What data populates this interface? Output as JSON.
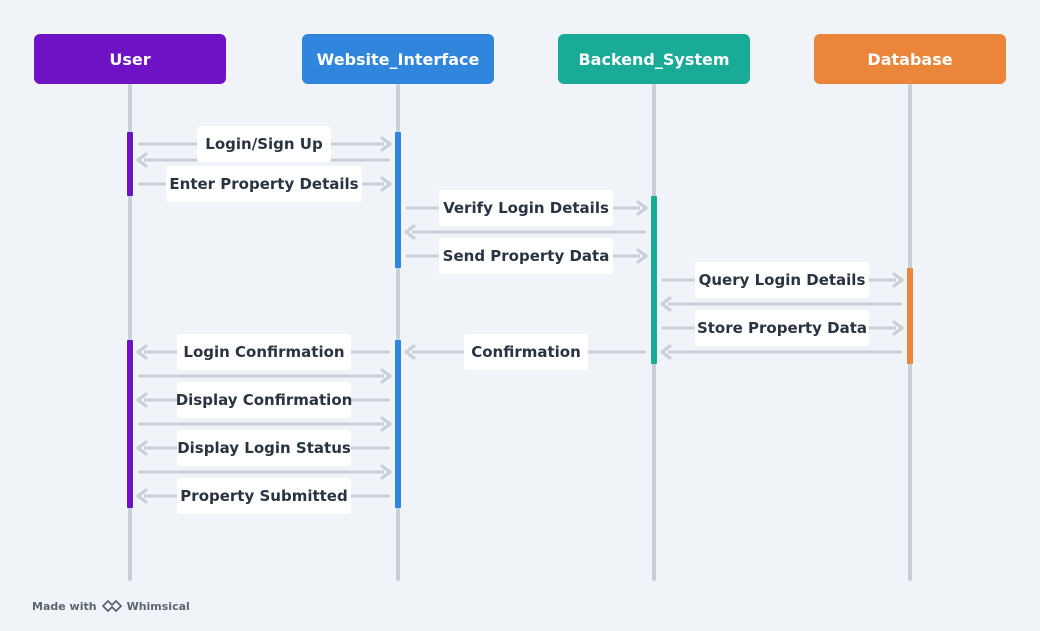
{
  "actors": [
    {
      "name": "User",
      "color": "#6d12c4"
    },
    {
      "name": "Website_Interface",
      "color": "#2f86dc"
    },
    {
      "name": "Backend_System",
      "color": "#1aab97"
    },
    {
      "name": "Database",
      "color": "#ea8539"
    }
  ],
  "messages": [
    {
      "from": 0,
      "to": 1,
      "label": "Login/Sign Up"
    },
    {
      "from": 1,
      "to": 0,
      "label": ""
    },
    {
      "from": 0,
      "to": 1,
      "label": "Enter Property Details"
    },
    {
      "from": 1,
      "to": 2,
      "label": "Verify Login Details"
    },
    {
      "from": 2,
      "to": 1,
      "label": ""
    },
    {
      "from": 1,
      "to": 2,
      "label": "Send Property Data"
    },
    {
      "from": 2,
      "to": 3,
      "label": "Query Login Details"
    },
    {
      "from": 3,
      "to": 2,
      "label": ""
    },
    {
      "from": 2,
      "to": 3,
      "label": "Store Property Data"
    },
    {
      "from": 3,
      "to": 2,
      "label": ""
    },
    {
      "from": 2,
      "to": 1,
      "label": "Confirmation"
    },
    {
      "from": 1,
      "to": 0,
      "label": "Login Confirmation"
    },
    {
      "from": 0,
      "to": 1,
      "label": ""
    },
    {
      "from": 1,
      "to": 0,
      "label": "Display Confirmation"
    },
    {
      "from": 0,
      "to": 1,
      "label": ""
    },
    {
      "from": 1,
      "to": 0,
      "label": "Display Login Status"
    },
    {
      "from": 0,
      "to": 1,
      "label": ""
    },
    {
      "from": 1,
      "to": 0,
      "label": "Property Submitted"
    }
  ],
  "colors": {
    "background": "#f0f3f7",
    "lifeline": "#c7d0d9",
    "arrow": "#c7d0d9",
    "label_text": "#2a3440"
  },
  "footer": {
    "made_with": "Made with",
    "brand": "Whimsical",
    "icon": "whimsical-logo-icon"
  }
}
